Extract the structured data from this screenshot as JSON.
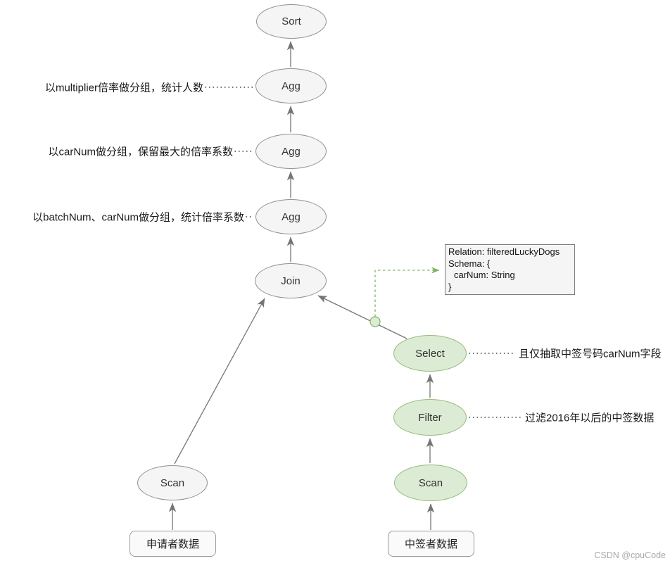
{
  "diagram": {
    "nodes": {
      "sort": "Sort",
      "agg_top": "Agg",
      "agg_mid": "Agg",
      "agg_bottom": "Agg",
      "join": "Join",
      "scan_left": "Scan",
      "select": "Select",
      "filter": "Filter",
      "scan_right": "Scan",
      "source_left": "申请者数据",
      "source_right": "中签者数据"
    },
    "annotations": {
      "agg_top": "以multiplier倍率做分组，统计人数",
      "agg_mid": "以carNum做分组，保留最大的倍率系数",
      "agg_bottom": "以batchNum、carNum做分组，统计倍率系数",
      "select": "且仅抽取中签号码carNum字段",
      "filter": "过滤2016年以后的中签数据"
    },
    "relation_box": {
      "relation_line": "Relation: filteredLuckyDogs",
      "schema_open": "Schema: {",
      "field_line": "carNum: String",
      "schema_close": "}"
    },
    "colors": {
      "node_gray_fill": "#f5f5f5",
      "node_gray_stroke": "#909090",
      "node_green_fill": "#dcebd3",
      "node_green_stroke": "#94bb7f",
      "edge_stroke": "#757575",
      "green_connector": "#82b366"
    },
    "watermark": "CSDN @cpuCode"
  }
}
